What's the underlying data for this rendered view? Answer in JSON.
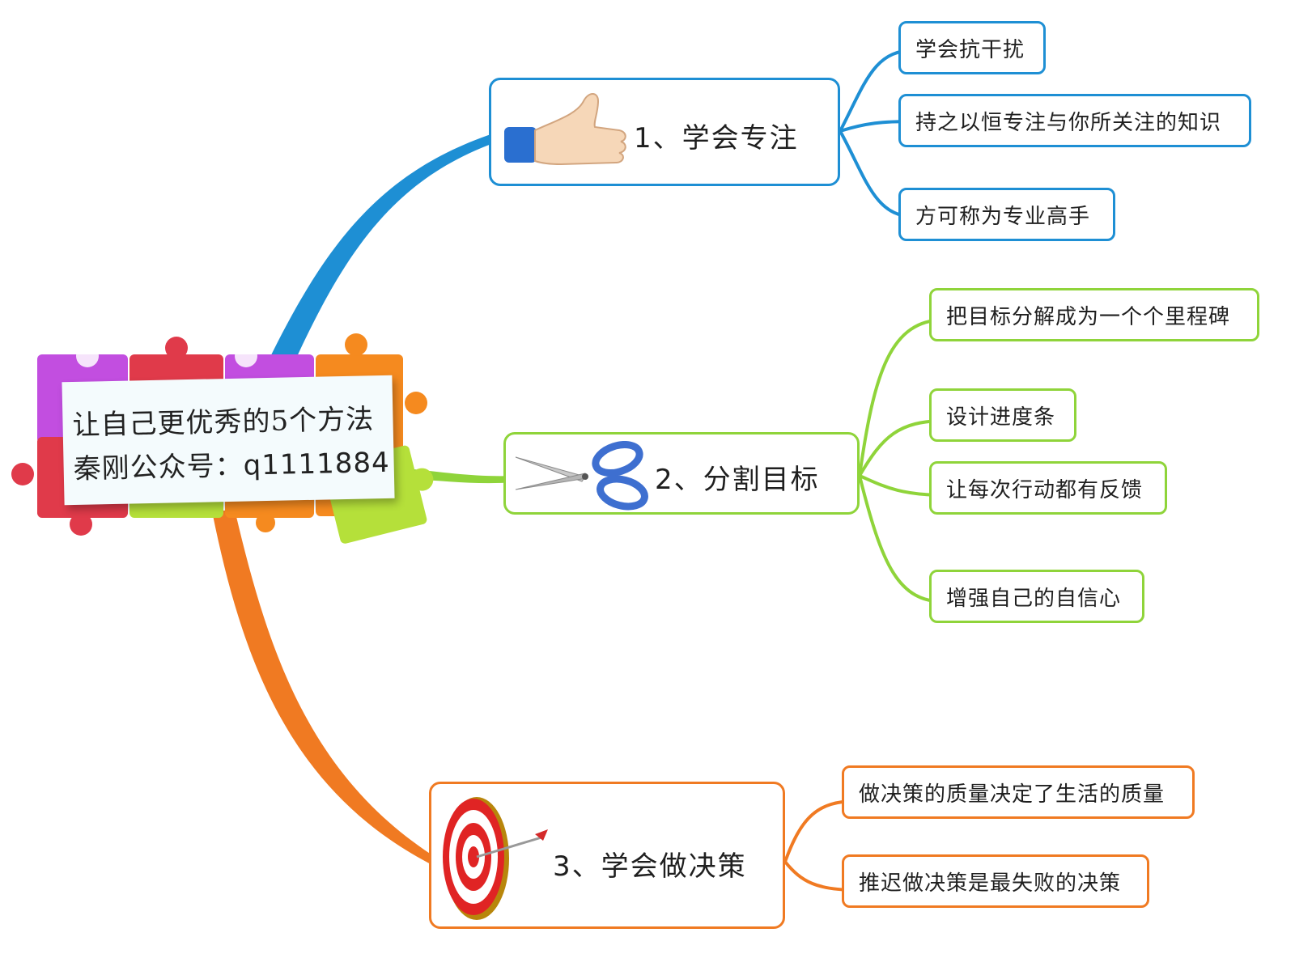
{
  "central": {
    "line1": "让自己更优秀的5个方法",
    "line2": "秦刚公众号：q1111884"
  },
  "colors": {
    "blue": "#1e8fd4",
    "green": "#8fd43a",
    "orange": "#f07a22"
  },
  "branches": [
    {
      "label": "1、学会专注",
      "icon": "thumbs-up-icon",
      "color": "#1e8fd4",
      "children": [
        "学会抗干扰",
        "持之以恒专注与你所关注的知识",
        "方可称为专业高手"
      ]
    },
    {
      "label": "2、分割目标",
      "icon": "scissors-icon",
      "color": "#8fd43a",
      "children": [
        "把目标分解成为一个个里程碑",
        "设计进度条",
        "让每次行动都有反馈",
        "增强自己的自信心"
      ]
    },
    {
      "label": "3、学会做决策",
      "icon": "target-icon",
      "color": "#f07a22",
      "children": [
        "做决策的质量决定了生活的质量",
        "推迟做决策是最失败的决策"
      ]
    }
  ]
}
